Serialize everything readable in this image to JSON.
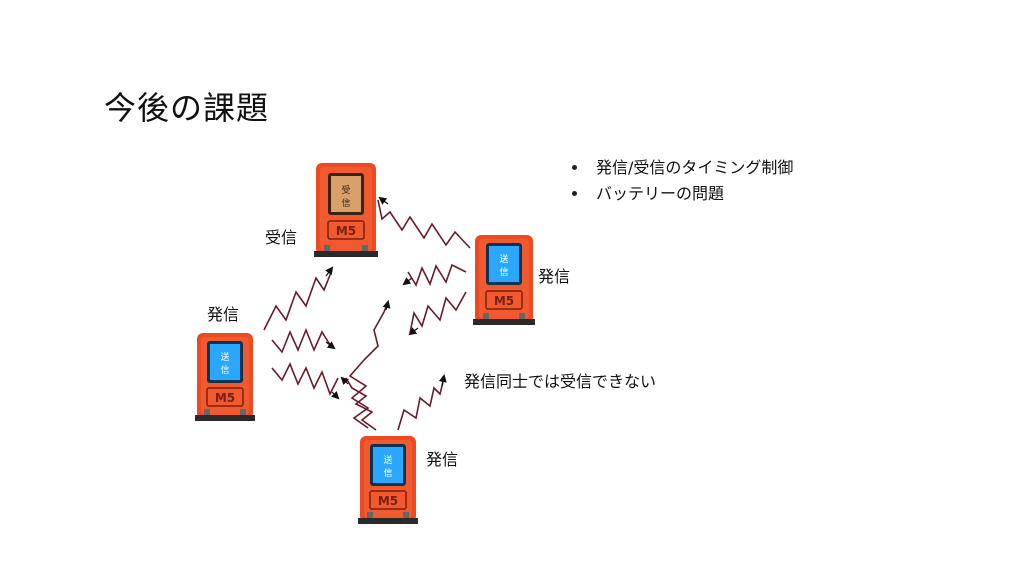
{
  "slide": {
    "title": "今後の課題",
    "bullets": [
      "発信/受信のタイミング制御",
      "バッテリーの問題"
    ],
    "labels": {
      "receiver": "受信",
      "sender_left": "発信",
      "sender_right": "発信",
      "sender_bottom": "発信",
      "note": "発信同士では受信できない"
    },
    "devices": {
      "receiver_screen": "受信",
      "sender_screen": "送信",
      "logo": "M5"
    },
    "colors": {
      "device_body": "#ee4a22",
      "sender_screen": "#2aa8ff",
      "receiver_screen": "#d9a06a",
      "wave": "#6b1a2a"
    }
  }
}
